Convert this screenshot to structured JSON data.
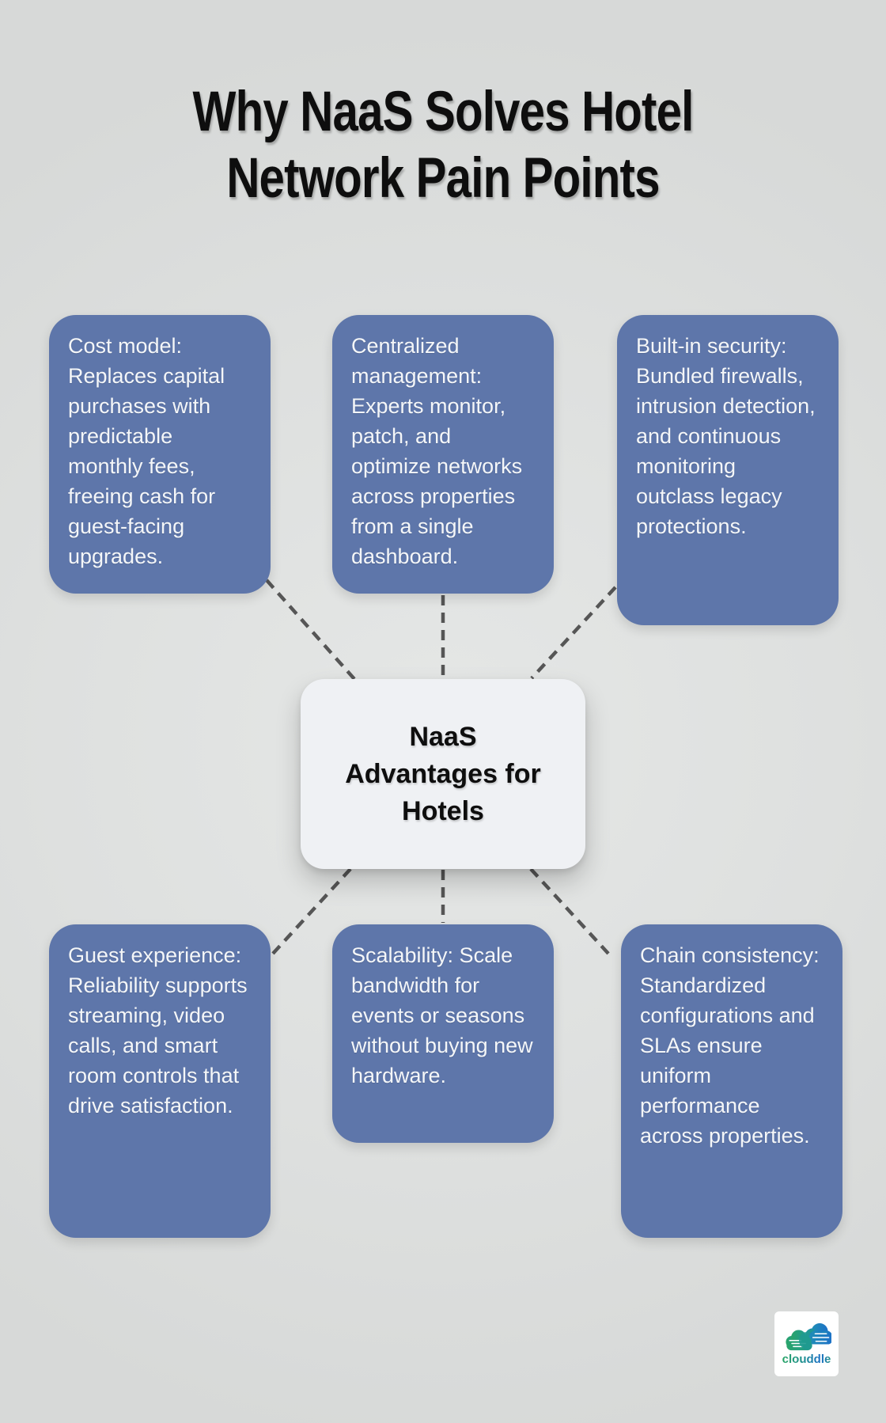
{
  "title": {
    "line1": "Why NaaS Solves Hotel",
    "line2": "Network Pain Points"
  },
  "cards": [
    {
      "id": "cost-model",
      "text": "Cost model: Replaces capital purchases with predictable monthly fees, freeing cash for guest-facing upgrades."
    },
    {
      "id": "centralized-management",
      "text": "Centralized management: Experts monitor, patch, and optimize networks across properties from a single dashboard."
    },
    {
      "id": "built-in-security",
      "text": "Built-in security: Bundled firewalls, intrusion detection, and continuous monitoring outclass legacy protections."
    },
    {
      "id": "guest-experience",
      "text": "Guest experience: Reliability supports streaming, video calls, and smart room controls that drive satisfaction."
    },
    {
      "id": "scalability",
      "text": "Scalability: Scale bandwidth for events or seasons without buying new hardware."
    },
    {
      "id": "chain-consistency",
      "text": "Chain consistency: Standardized configurations and SLAs ensure uniform performance across properties."
    }
  ],
  "center": {
    "lines": [
      "NaaS",
      "Advantages for",
      "Hotels"
    ]
  },
  "logo": {
    "icon": "cloud-icon",
    "text": "clouddle"
  },
  "colors": {
    "background": "#dee0df",
    "card_blue": "#5e76aa",
    "card_text": "#f4f6f8",
    "center_bg": "#eff1f4",
    "title_text": "#0e0e0e",
    "connector_gray": "#565656",
    "logo_green": "#27a465",
    "logo_blue": "#1d71c8"
  }
}
